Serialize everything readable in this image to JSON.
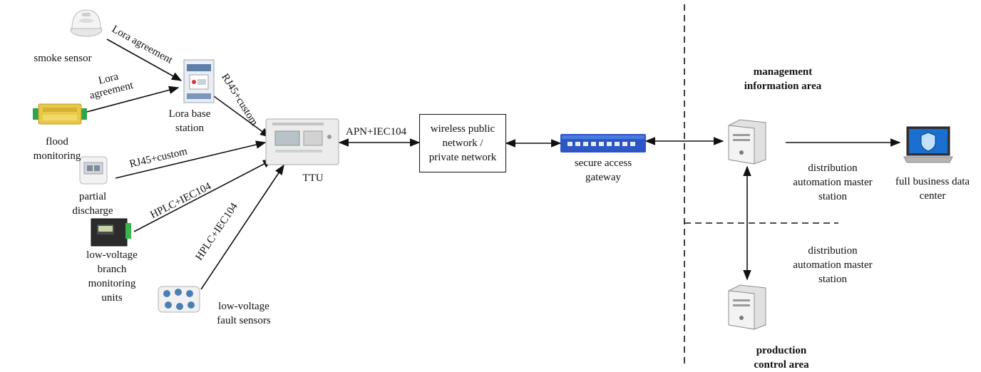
{
  "devices": {
    "smoke_sensor": "smoke sensor",
    "flood_monitoring": "flood\nmonitoring",
    "partial_discharge": "partial\ndischarge",
    "lv_branch_units": "low-voltage\nbranch\nmonitoring\nunits",
    "lv_fault_sensors": "low-voltage\nfault sensors",
    "lora_base_station": "Lora base\nstation",
    "ttu": "TTU",
    "wireless_network": "wireless public\nnetwork /\nprivate network",
    "secure_gateway": "secure access\ngateway",
    "master_station_upper": "distribution\nautomation master\nstation",
    "master_station_lower": "distribution\nautomation master\nstation",
    "full_business_center": "full business data\ncenter"
  },
  "areas": {
    "management": "management\ninformation area",
    "production": "production\ncontrol area"
  },
  "links": {
    "smoke_to_lora": "Lora agreement",
    "flood_to_lora": "Lora\nagreement",
    "lora_to_ttu": "RJ45+custom",
    "partial_to_ttu": "RJ45+custom",
    "branch_to_ttu": "HPLC+IEC104",
    "fault_to_ttu": "HPLC+IEC104",
    "ttu_to_network": "APN+IEC104"
  },
  "colors": {
    "line": "#111111",
    "gateway_blue": "#2b56c4",
    "screen_blue": "#1a6fd0"
  }
}
